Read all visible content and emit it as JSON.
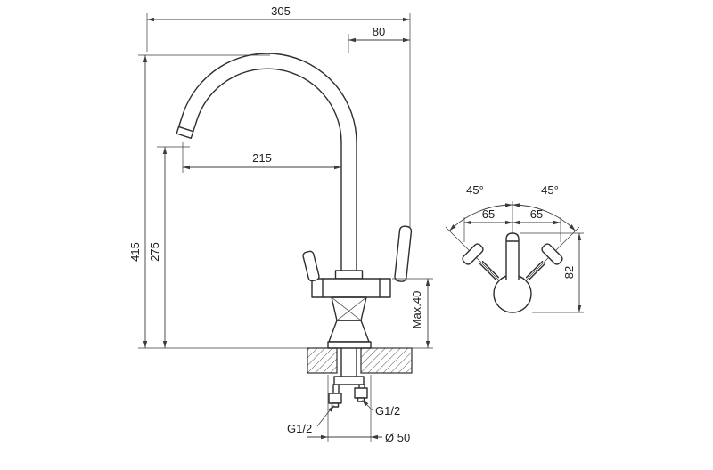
{
  "colors": {
    "line": "#2e2e2e",
    "dim": "#3c3c3c",
    "text": "#1d1d1d",
    "background": "#ffffff"
  },
  "side_view": {
    "width_total": "305",
    "handle_offset": "80",
    "spout_reach": "215",
    "height_total": "415",
    "height_spout": "275",
    "max_deck": "Max.40",
    "thread_left": "G1/2",
    "thread_right": "G1/2",
    "base_diameter": "Ø 50"
  },
  "top_view": {
    "angle_left": "45°",
    "angle_right": "45°",
    "span_left": "65",
    "span_right": "65",
    "handle_height": "82"
  }
}
